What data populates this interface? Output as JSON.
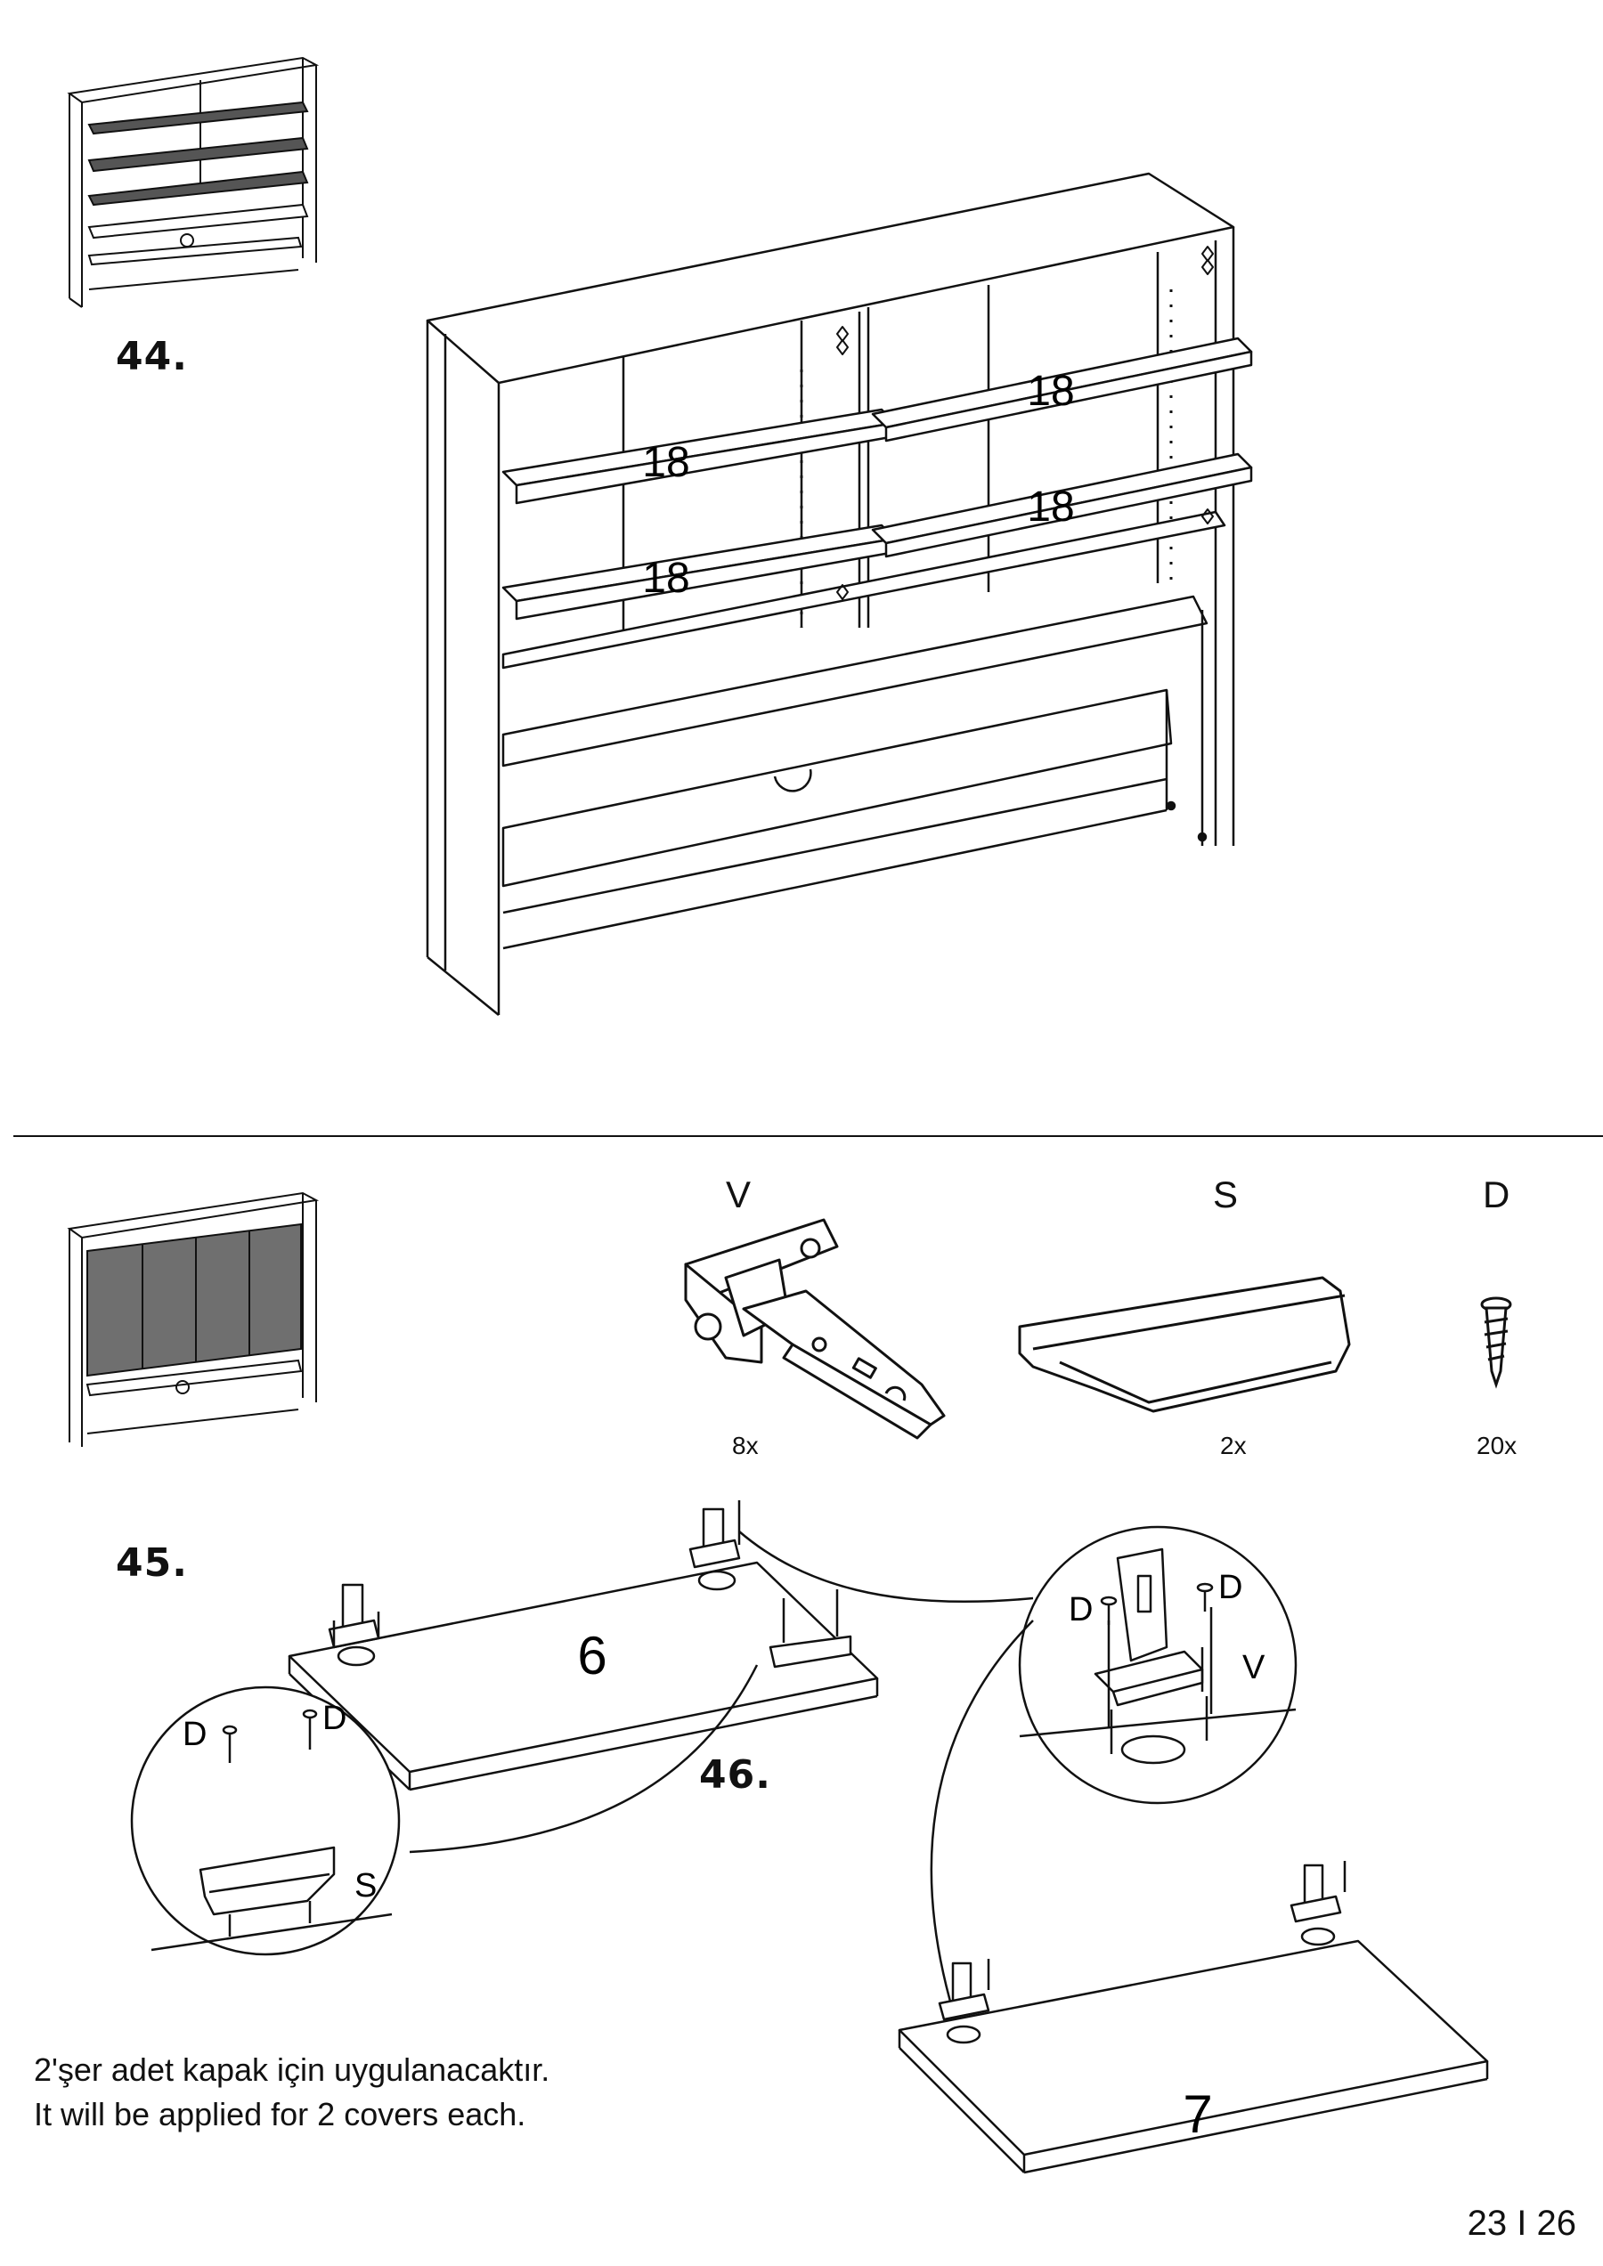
{
  "steps": [
    {
      "number": "44."
    },
    {
      "number": "45."
    },
    {
      "number": "46."
    }
  ],
  "step44": {
    "shelf_labels": [
      "18",
      "18",
      "18",
      "18"
    ]
  },
  "parts": [
    {
      "letter": "V",
      "quantity": "8x",
      "icon": "hinge-icon"
    },
    {
      "letter": "S",
      "quantity": "2x",
      "icon": "handle-icon"
    },
    {
      "letter": "D",
      "quantity": "20x",
      "icon": "screw-icon"
    }
  ],
  "step45": {
    "panel_number": "6",
    "detail_hinge": {
      "screw_labels": [
        "D",
        "D"
      ],
      "part_label": "V"
    },
    "detail_handle": {
      "screw_labels": [
        "D",
        "D"
      ],
      "part_label": "S"
    }
  },
  "step46": {
    "panel_number": "7"
  },
  "note": {
    "tr": "2'şer adet kapak için uygulanacaktır.",
    "en": "It will be applied for 2 covers each."
  },
  "page_number": "23 I 26",
  "colors": {
    "line": "#111111",
    "shelf_fill": "#666666",
    "door_fill": "#6f6f6f"
  }
}
